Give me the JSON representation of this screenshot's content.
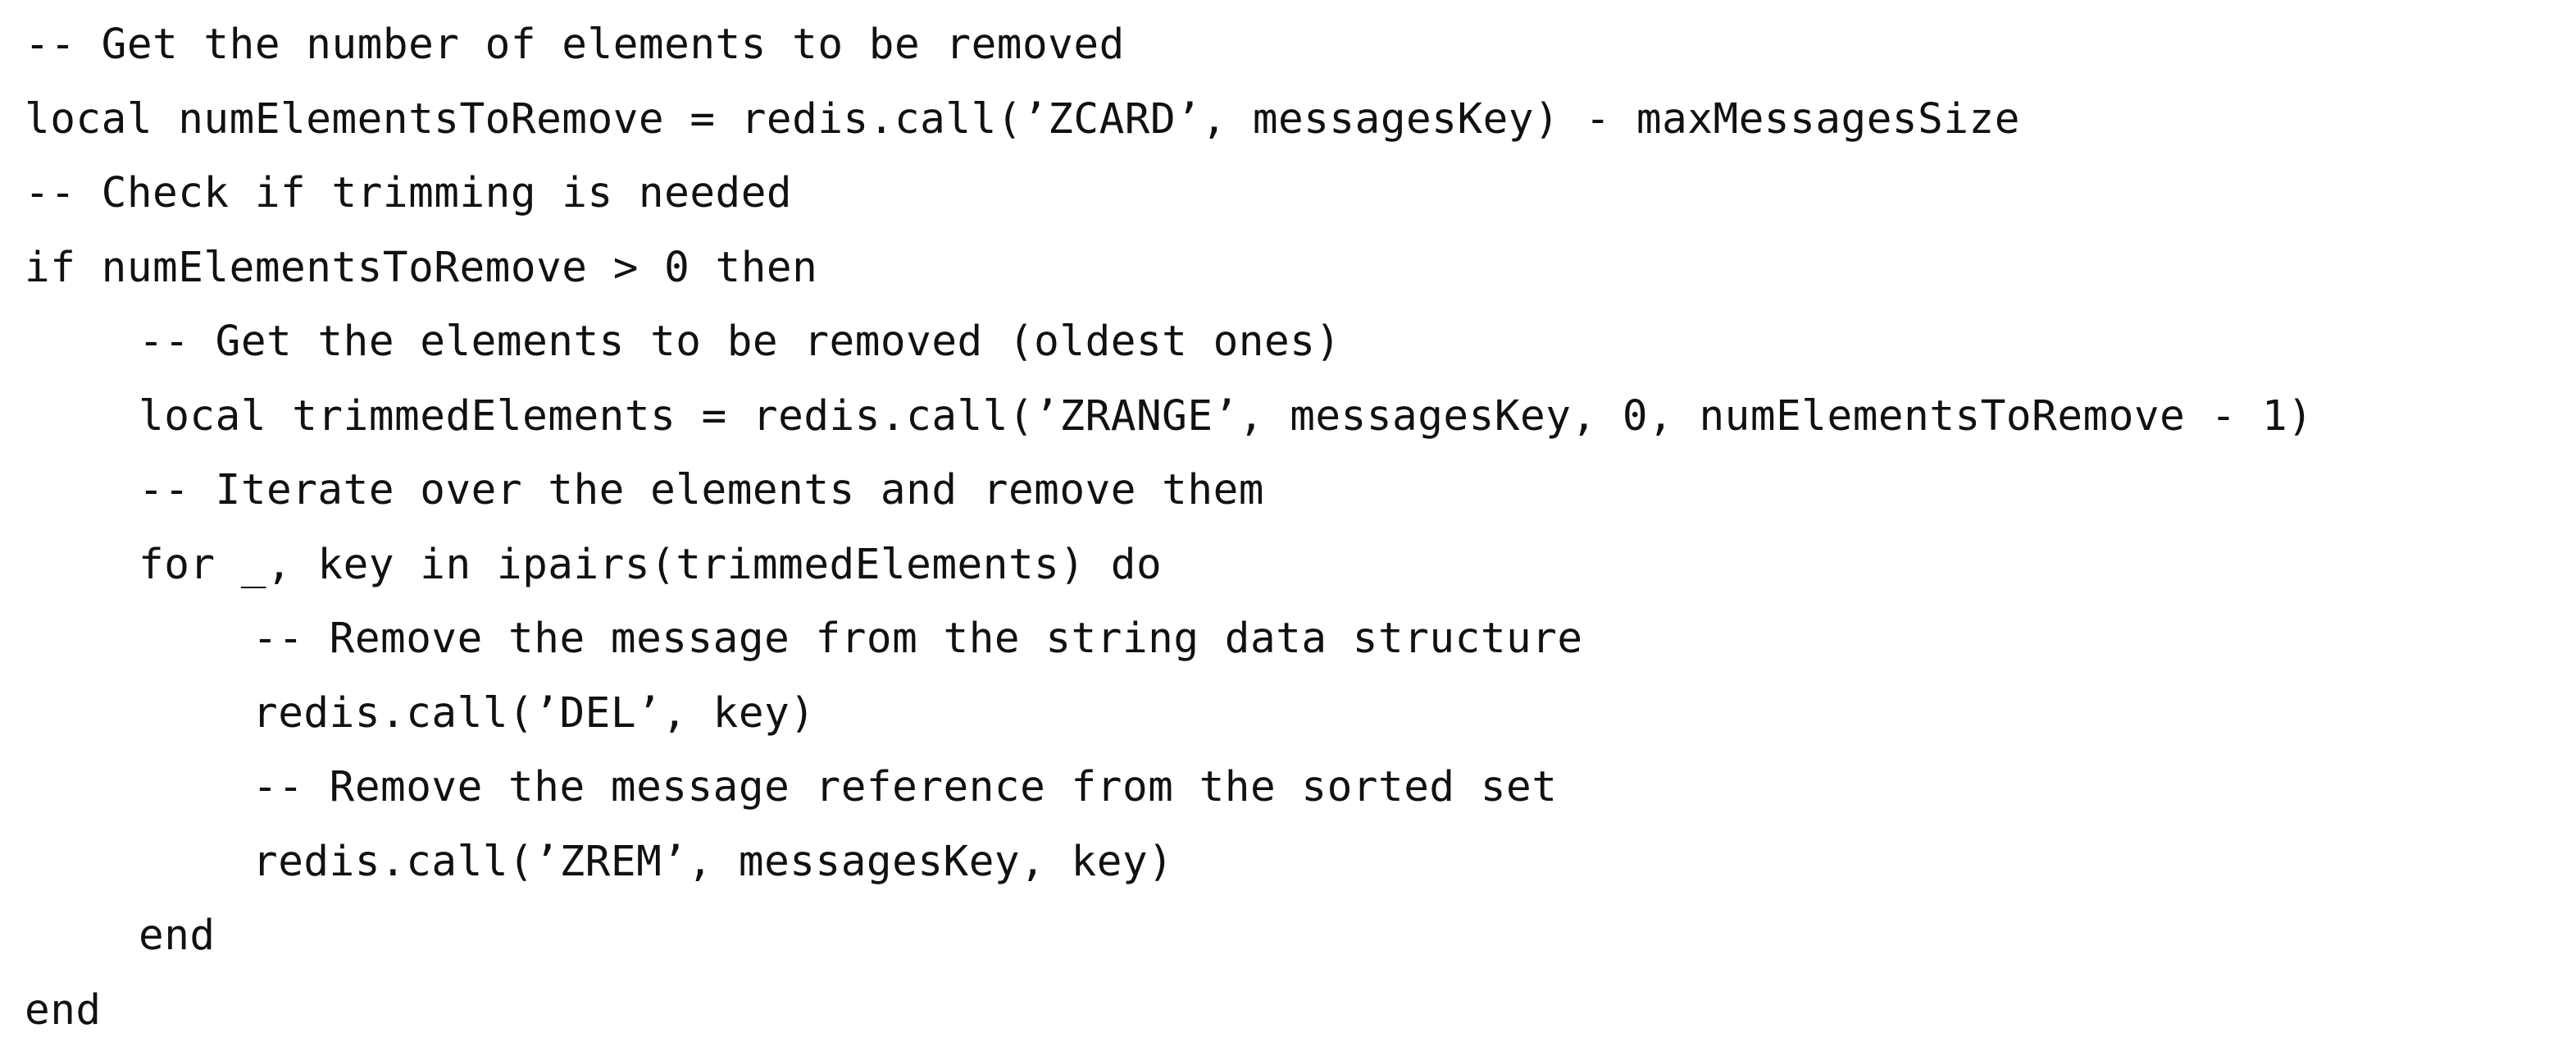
{
  "code": {
    "lines": [
      "-- Get the number of elements to be removed",
      "local numElementsToRemove = redis.call(’ZCARD’, messagesKey) - maxMessagesSize",
      "-- Check if trimming is needed",
      "if numElementsToRemove > 0 then",
      "-- Get the elements to be removed (oldest ones)",
      "local trimmedElements = redis.call(’ZRANGE’, messagesKey, 0, numElementsToRemove - 1)",
      "-- Iterate over the elements and remove them",
      "for _, key in ipairs(trimmedElements) do",
      "-- Remove the message from the string data structure",
      "redis.call(’DEL’, key)",
      "-- Remove the message reference from the sorted set",
      "redis.call(’ZREM’, messagesKey, key)",
      "end",
      "end"
    ]
  }
}
